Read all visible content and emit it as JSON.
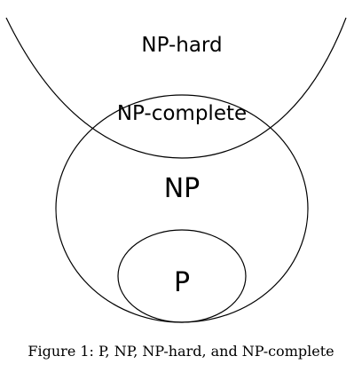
{
  "diagram": {
    "labels": {
      "np_hard": "NP-hard",
      "np_complete": "NP-complete",
      "np": "NP",
      "p": "P"
    },
    "caption": "Figure 1: P, NP, NP-hard, and NP-complete"
  },
  "colors": {
    "stroke": "#000000",
    "text": "#000000",
    "background": "#ffffff"
  }
}
